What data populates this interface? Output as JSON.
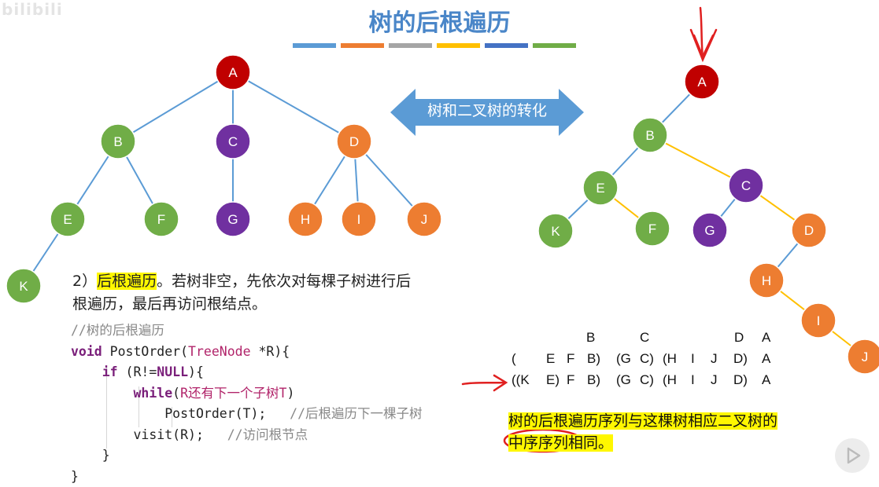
{
  "title": "树的后根遍历",
  "watermark": "bilibili",
  "stripe_colors": [
    "#5b9bd5",
    "#ed7d31",
    "#a5a5a5",
    "#ffc000",
    "#4472c4",
    "#70ad47"
  ],
  "banner": {
    "label": "树和二叉树的转化",
    "color": "#5b9bd5"
  },
  "colors": {
    "red": "#c00000",
    "green": "#70ad47",
    "purple": "#7030a0",
    "orange": "#ed7d31",
    "edge_blue": "#5b9bd5",
    "edge_yellow": "#ffc000"
  },
  "tree": {
    "nodes": [
      {
        "id": "A",
        "color": "red"
      },
      {
        "id": "B",
        "color": "green"
      },
      {
        "id": "C",
        "color": "purple"
      },
      {
        "id": "D",
        "color": "orange"
      },
      {
        "id": "E",
        "color": "green"
      },
      {
        "id": "F",
        "color": "green"
      },
      {
        "id": "G",
        "color": "purple"
      },
      {
        "id": "H",
        "color": "orange"
      },
      {
        "id": "I",
        "color": "orange"
      },
      {
        "id": "J",
        "color": "orange"
      },
      {
        "id": "K",
        "color": "green"
      }
    ],
    "edges": [
      [
        "A",
        "B"
      ],
      [
        "A",
        "C"
      ],
      [
        "A",
        "D"
      ],
      [
        "B",
        "E"
      ],
      [
        "B",
        "F"
      ],
      [
        "C",
        "G"
      ],
      [
        "D",
        "H"
      ],
      [
        "D",
        "I"
      ],
      [
        "D",
        "J"
      ],
      [
        "E",
        "K"
      ]
    ]
  },
  "binary_tree": {
    "left_edges": [
      [
        "A",
        "B"
      ],
      [
        "B",
        "E"
      ],
      [
        "E",
        "K"
      ],
      [
        "C",
        "G"
      ],
      [
        "D",
        "H"
      ]
    ],
    "right_edges": [
      [
        "B",
        "C"
      ],
      [
        "E",
        "F"
      ],
      [
        "C",
        "D"
      ],
      [
        "H",
        "I"
      ],
      [
        "I",
        "J"
      ]
    ]
  },
  "description": {
    "number": "2）",
    "term": "后根遍历",
    "text": "。若树非空，先依次对每棵子树进行后根遍历，最后再访问根结点。"
  },
  "code": {
    "comment_title": "//树的后根遍历",
    "line1_kw": "void",
    "line1_fn": " PostOrder(",
    "line1_type": "TreeNode",
    "line1_rest": " *R){",
    "line2_kw": "if",
    "line2_a": " (R!=",
    "line2_null": "NULL",
    "line2_b": "){",
    "line3_kw": "while",
    "line3_a": "(",
    "line3_cond": "R还有下一个子树T",
    "line3_b": ")",
    "line4_code": "PostOrder(T);",
    "line4_comment": "//后根遍历下一棵子树",
    "line5_code": "visit(R);",
    "line5_comment": "//访问根节点",
    "close1": "}",
    "close2": "}"
  },
  "sequence": {
    "row1": [
      "B",
      "C",
      "D",
      "A"
    ],
    "row2": [
      "(",
      "E",
      "F",
      "B)",
      "(G",
      "C)",
      "(H",
      "I",
      "J",
      "D)",
      "A"
    ],
    "row3": [
      "((K",
      "E)",
      "F",
      "B)",
      "(G",
      "C)",
      "(H",
      "I",
      "J",
      "D)",
      "A"
    ]
  },
  "conclusion": {
    "line1": "树的后根遍历序列与这棵树相应二叉树的",
    "line2_a": "中序序列",
    "line2_b": "相同。"
  }
}
